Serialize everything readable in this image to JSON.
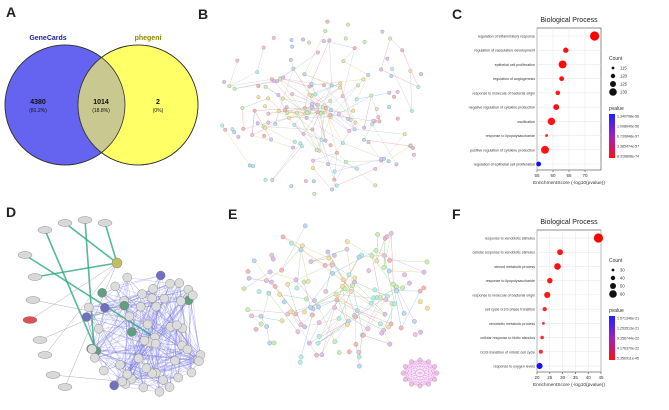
{
  "panels": {
    "A": "A",
    "B": "B",
    "C": "C",
    "D": "D",
    "E": "E",
    "F": "F"
  },
  "venn": {
    "left_label": "GeneCards",
    "right_label": "phegeni",
    "left_count": "4380",
    "left_pct": "(81.2%)",
    "overlap_count": "1014",
    "overlap_pct": "(18.8%)",
    "right_count": "2",
    "right_pct": "(0%)",
    "colors": {
      "left": "#6464f0",
      "right": "#ffff66",
      "left_text": "#1f1f9e",
      "right_text": "#8a8a00"
    }
  },
  "chart_data": [
    {
      "type": "scatter",
      "panel": "C",
      "title": "Biological Process",
      "xlabel": "EnrichmentScore (-log10(pvalue))",
      "xlim": [
        55,
        75
      ],
      "xticks": [
        55,
        60,
        65,
        70
      ],
      "categories": [
        "regulation of inflammatory response",
        "regulation of vasculature development",
        "epithelial cell proliferation",
        "regulation of angiogenesis",
        "response to molecule of bacterial origin",
        "negative regulation of cytokine production",
        "ossification",
        "response to lipopolysaccharide",
        "positive regulation of cytokine production",
        "regulation of epithelial cell proliferation"
      ],
      "x": [
        73,
        64,
        63,
        62.7,
        61.5,
        61,
        59.5,
        58,
        57.5,
        55.5
      ],
      "count": [
        135,
        120,
        130,
        118,
        117,
        122,
        128,
        110,
        130,
        118
      ],
      "color": [
        "#ff0000",
        "#ff1010",
        "#ff0a0a",
        "#ff1010",
        "#ff1a1a",
        "#ff1010",
        "#ff1212",
        "#ff2020",
        "#ff1212",
        "#1010ff"
      ],
      "size_legend": {
        "title": "Count",
        "values": [
          "115",
          "120",
          "125",
          "130"
        ]
      },
      "color_legend": {
        "title": "pvalue",
        "labels": [
          "1.340708e-56",
          "1.008640e-56",
          "6.730848e-57",
          "3.385474e-57",
          "8.316808e-74"
        ]
      }
    },
    {
      "type": "scatter",
      "panel": "F",
      "title": "Biological Process",
      "xlabel": "EnrichmentScore (-log10(pvalue))",
      "xlim": [
        20,
        45
      ],
      "xticks": [
        20,
        25,
        30,
        35,
        40,
        45
      ],
      "categories": [
        "response to xenobiotic stimulus",
        "cellular response to xenobiotic stimulus",
        "steroid metabolic process",
        "response to lipopolysaccharide",
        "response to molecule of bacterial origin",
        "cell cycle G1/S phase transition",
        "xenobiotic metabolic process",
        "cellular response to biotic stimulus",
        "G1/S transition of mitotic cell cycle",
        "response to oxygen levels"
      ],
      "x": [
        44,
        29,
        28,
        25,
        24,
        23,
        22.5,
        22,
        21.5,
        21
      ],
      "count": [
        62,
        40,
        45,
        38,
        42,
        30,
        20,
        25,
        28,
        42
      ],
      "color": [
        "#ff0000",
        "#ff1515",
        "#ff1010",
        "#ff1a1a",
        "#ff1515",
        "#ff2525",
        "#ff3030",
        "#ff2a2a",
        "#ff2a2a",
        "#1515ff"
      ],
      "size_legend": {
        "title": "Count",
        "values": [
          "30",
          "40",
          "50",
          "60"
        ]
      },
      "color_legend": {
        "title": "pvalue",
        "labels": [
          "1.571346e-21",
          "1.253513e-21",
          "9.356744e-22",
          "4.176370e-22",
          "5.350911e-45"
        ]
      }
    }
  ],
  "networks": {
    "B_color_nodes": [
      "#f4b8b8",
      "#b8d8f4",
      "#c8f0b0",
      "#f4e0a0",
      "#d8c0f0",
      "#f0c0e0",
      "#b0f0e8"
    ],
    "D_edge_main": "#7777e0",
    "D_edge_highlight": "#2aa87a",
    "D_highlight_node": "#e05050",
    "E_module_edge": "#e080e0"
  }
}
